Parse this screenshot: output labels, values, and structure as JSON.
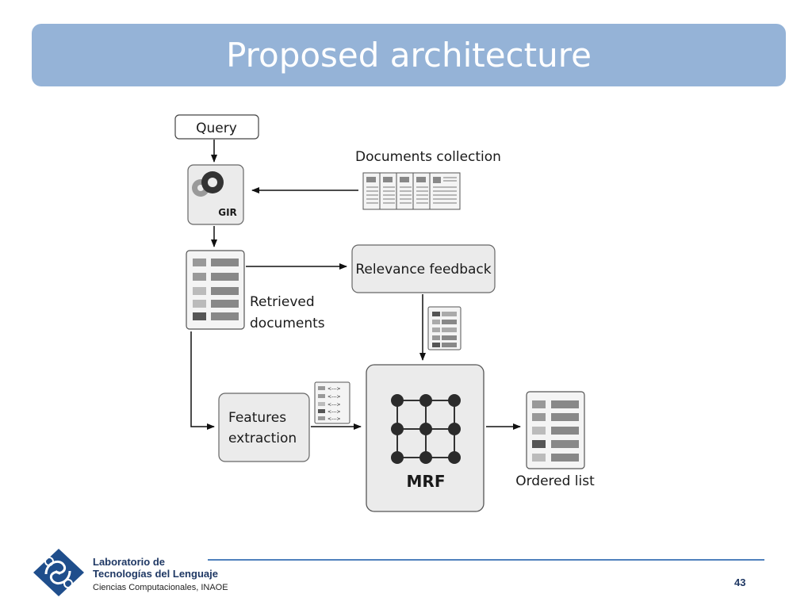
{
  "slide": {
    "title": "Proposed architecture",
    "page_number": "43"
  },
  "diagram": {
    "query": "Query",
    "documents_collection": "Documents collection",
    "gir": "GIR",
    "retrieved_line1": "Retrieved",
    "retrieved_line2": "documents",
    "relevance_feedback": "Relevance feedback",
    "features_line1": "Features",
    "features_line2": "extraction",
    "mrf": "MRF",
    "ordered_list": "Ordered list",
    "feature_token": "<--->"
  },
  "footer": {
    "lab_line1": "Laboratorio de",
    "lab_line2": "Tecnologías del Lenguaje",
    "lab_line3": "Ciencias Computacionales, INAOE"
  },
  "colors": {
    "title_bar": "#95b3d7",
    "footer_line": "#4f81bd",
    "logo_blue": "#1f4e8c"
  }
}
